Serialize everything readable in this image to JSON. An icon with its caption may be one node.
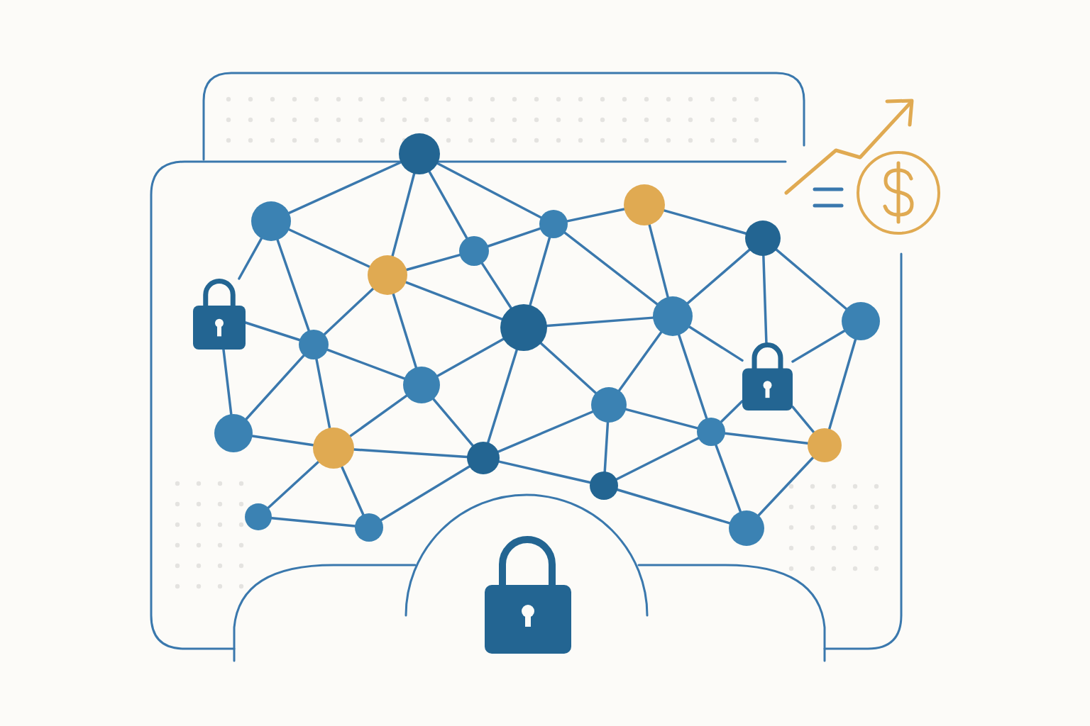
{
  "diagram": {
    "nodes": [
      {
        "text": [],
        "shape": "circle"
      },
      {
        "text": [],
        "shape": "circle"
      },
      {
        "text": [],
        "shape": "circle"
      },
      {
        "text": [],
        "shape": "circle"
      },
      {
        "text": [],
        "shape": "circle"
      },
      {
        "text": [],
        "shape": "circle"
      },
      {
        "text": [],
        "shape": "circle"
      },
      {
        "text": [],
        "shape": "circle"
      },
      {
        "text": [],
        "shape": "circle"
      },
      {
        "text": [],
        "shape": "circle"
      },
      {
        "text": [],
        "shape": "circle"
      },
      {
        "text": [],
        "shape": "circle"
      },
      {
        "text": [],
        "shape": "circle"
      },
      {
        "text": [],
        "shape": "circle"
      },
      {
        "text": [],
        "shape": "circle"
      },
      {
        "text": [],
        "shape": "circle"
      },
      {
        "text": [],
        "shape": "circle"
      },
      {
        "text": [],
        "shape": "circle"
      },
      {
        "text": [],
        "shape": "circle"
      },
      {
        "text": [],
        "shape": "circle"
      },
      {
        "text": [],
        "shape": "circle"
      },
      {
        "text": [],
        "shape": "circle"
      },
      {
        "text": [],
        "shape": "lock"
      },
      {
        "text": [],
        "shape": "lock"
      }
    ],
    "edges": [
      {
        "from": 0,
        "to": 1,
        "arrow": "none"
      },
      {
        "from": 0,
        "to": 2,
        "arrow": "none"
      },
      {
        "from": 0,
        "to": 3,
        "arrow": "none"
      },
      {
        "from": 0,
        "to": 4,
        "arrow": "none"
      },
      {
        "from": 1,
        "to": 2,
        "arrow": "none"
      },
      {
        "from": 1,
        "to": 10,
        "arrow": "none"
      },
      {
        "from": 1,
        "to": 22,
        "arrow": "none"
      },
      {
        "from": 2,
        "to": 3,
        "arrow": "none"
      },
      {
        "from": 2,
        "to": 7,
        "arrow": "none"
      },
      {
        "from": 2,
        "to": 10,
        "arrow": "none"
      },
      {
        "from": 2,
        "to": 11,
        "arrow": "none"
      },
      {
        "from": 3,
        "to": 4,
        "arrow": "none"
      },
      {
        "from": 3,
        "to": 7,
        "arrow": "none"
      },
      {
        "from": 4,
        "to": 5,
        "arrow": "none"
      },
      {
        "from": 4,
        "to": 7,
        "arrow": "none"
      },
      {
        "from": 4,
        "to": 8,
        "arrow": "none"
      },
      {
        "from": 5,
        "to": 6,
        "arrow": "none"
      },
      {
        "from": 5,
        "to": 8,
        "arrow": "none"
      },
      {
        "from": 6,
        "to": 8,
        "arrow": "none"
      },
      {
        "from": 6,
        "to": 9,
        "arrow": "none"
      },
      {
        "from": 6,
        "to": 23,
        "arrow": "none"
      },
      {
        "from": 7,
        "to": 8,
        "arrow": "none"
      },
      {
        "from": 7,
        "to": 11,
        "arrow": "none"
      },
      {
        "from": 7,
        "to": 12,
        "arrow": "none"
      },
      {
        "from": 7,
        "to": 15,
        "arrow": "none"
      },
      {
        "from": 8,
        "to": 12,
        "arrow": "none"
      },
      {
        "from": 8,
        "to": 16,
        "arrow": "none"
      },
      {
        "from": 8,
        "to": 23,
        "arrow": "none"
      },
      {
        "from": 9,
        "to": 17,
        "arrow": "none"
      },
      {
        "from": 9,
        "to": 23,
        "arrow": "none"
      },
      {
        "from": 22,
        "to": 10,
        "arrow": "none"
      },
      {
        "from": 10,
        "to": 11,
        "arrow": "none"
      },
      {
        "from": 10,
        "to": 13,
        "arrow": "none"
      },
      {
        "from": 10,
        "to": 14,
        "arrow": "none"
      },
      {
        "from": 11,
        "to": 14,
        "arrow": "none"
      },
      {
        "from": 11,
        "to": 15,
        "arrow": "none"
      },
      {
        "from": 12,
        "to": 15,
        "arrow": "none"
      },
      {
        "from": 12,
        "to": 16,
        "arrow": "none"
      },
      {
        "from": 12,
        "to": 18,
        "arrow": "none"
      },
      {
        "from": 22,
        "to": 13,
        "arrow": "none"
      },
      {
        "from": 13,
        "to": 14,
        "arrow": "none"
      },
      {
        "from": 14,
        "to": 15,
        "arrow": "none"
      },
      {
        "from": 14,
        "to": 19,
        "arrow": "none"
      },
      {
        "from": 14,
        "to": 20,
        "arrow": "none"
      },
      {
        "from": 15,
        "to": 18,
        "arrow": "none"
      },
      {
        "from": 15,
        "to": 20,
        "arrow": "none"
      },
      {
        "from": 16,
        "to": 17,
        "arrow": "none"
      },
      {
        "from": 16,
        "to": 18,
        "arrow": "none"
      },
      {
        "from": 16,
        "to": 21,
        "arrow": "none"
      },
      {
        "from": 23,
        "to": 16,
        "arrow": "none"
      },
      {
        "from": 23,
        "to": 17,
        "arrow": "none"
      },
      {
        "from": 17,
        "to": 21,
        "arrow": "none"
      },
      {
        "from": 18,
        "to": 21,
        "arrow": "none"
      },
      {
        "from": 19,
        "to": 20,
        "arrow": "none"
      }
    ]
  }
}
